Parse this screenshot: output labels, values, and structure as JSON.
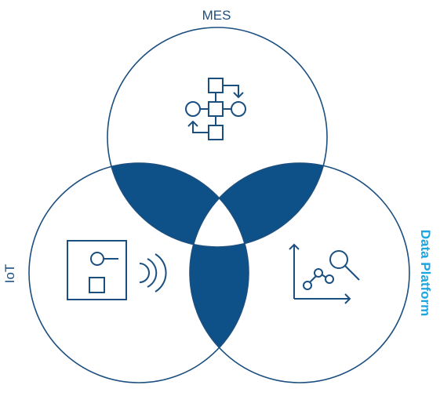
{
  "diagram": {
    "sets": [
      {
        "id": "mes",
        "label": "MES"
      },
      {
        "id": "iot",
        "label": "IoT"
      },
      {
        "id": "data_platform",
        "label": "Data Platform"
      }
    ],
    "icons": {
      "mes": "process-flow-icon",
      "iot": "iot-device-signal-icon",
      "data_platform": "data-analytics-icon"
    }
  },
  "colors": {
    "outline": "#1b4f80",
    "overlap_fill": "#0d5188",
    "center_fill": "#ffffff",
    "label_default": "#1b4f80",
    "label_accent": "#1aa6e0",
    "background": "#ffffff"
  }
}
